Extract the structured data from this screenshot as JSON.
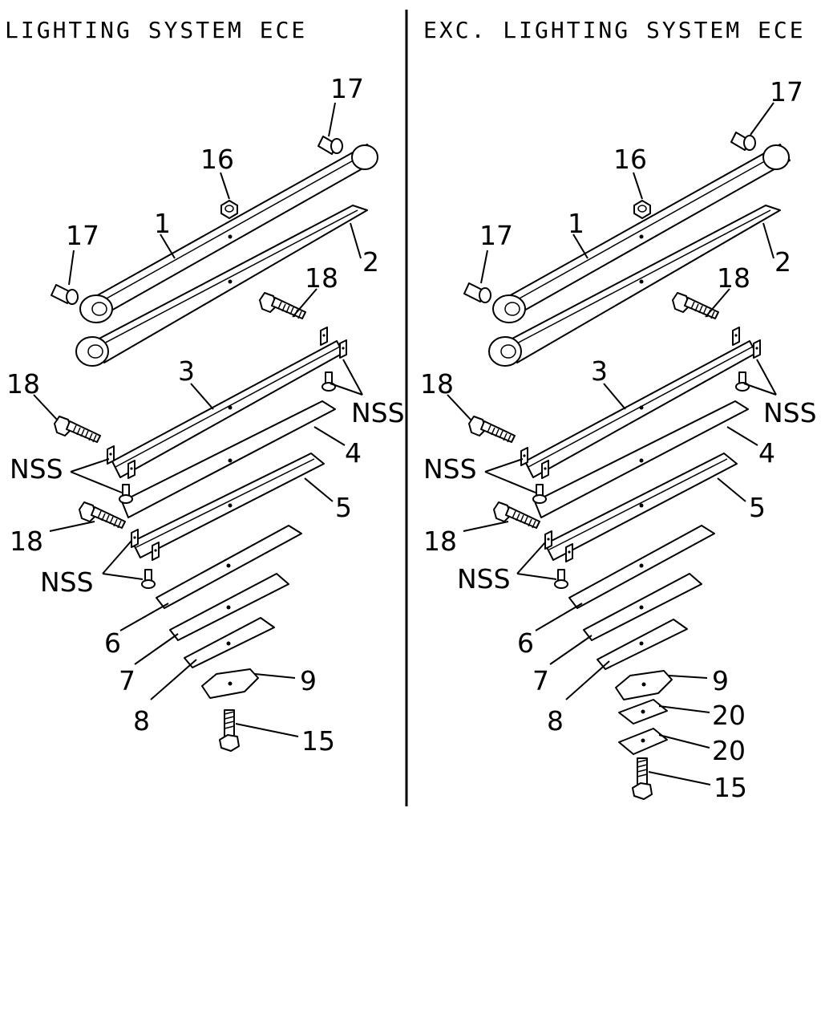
{
  "panels": [
    {
      "title": "LIGHTING SYSTEM ECE",
      "labels": {
        "p17a": "17",
        "p17b": "17",
        "p16": "16",
        "p1": "1",
        "p2": "2",
        "p18a": "18",
        "p18b": "18",
        "p18c": "18",
        "p3": "3",
        "nss1": "NSS",
        "nss2": "NSS",
        "nss3": "NSS",
        "p4": "4",
        "p5": "5",
        "p6": "6",
        "p7": "7",
        "p8": "8",
        "p9": "9",
        "p15": "15"
      }
    },
    {
      "title": "EXC. LIGHTING SYSTEM ECE",
      "labels": {
        "p17a": "17",
        "p17b": "17",
        "p16": "16",
        "p1": "1",
        "p2": "2",
        "p18a": "18",
        "p18b": "18",
        "p18c": "18",
        "p3": "3",
        "nss1": "NSS",
        "nss2": "NSS",
        "nss3": "NSS",
        "p4": "4",
        "p5": "5",
        "p6": "6",
        "p7": "7",
        "p8": "8",
        "p9": "9",
        "p15": "15",
        "p20a": "20",
        "p20b": "20"
      }
    }
  ]
}
